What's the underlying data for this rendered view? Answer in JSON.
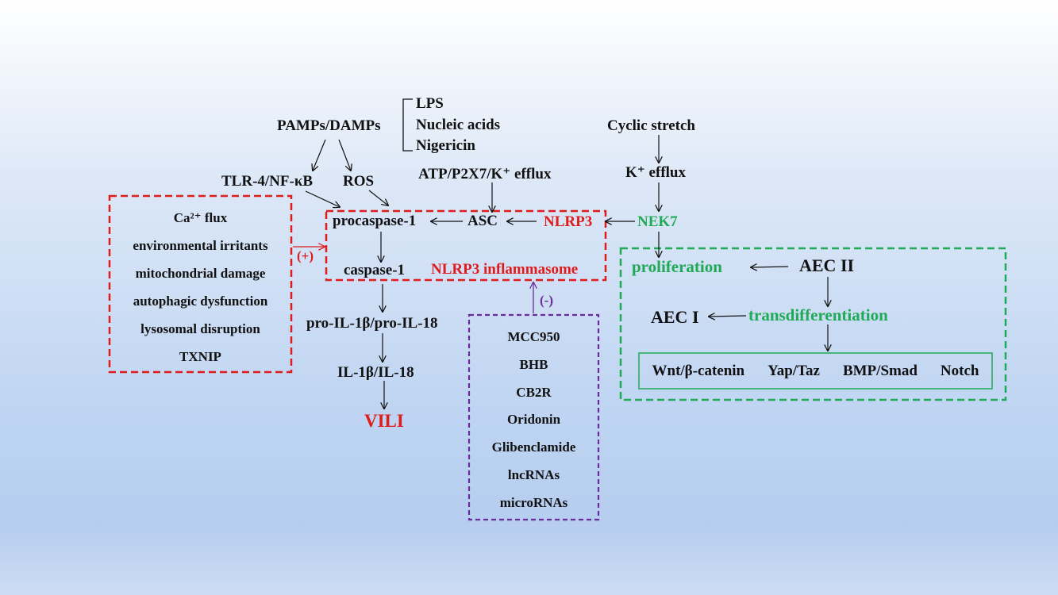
{
  "stimuli": {
    "pamps": "PAMPs/DAMPs",
    "lps": "LPS",
    "nucleic_acids": "Nucleic acids",
    "nigericin": "Nigericin",
    "cyclic_stretch": "Cyclic stretch",
    "tlr4": "TLR-4/NF-κB",
    "ros": "ROS",
    "atp": "ATP/P2X7/K⁺ efflux",
    "k_efflux": "K⁺ efflux"
  },
  "inflammasome": {
    "procaspase": "procaspase-1",
    "asc": "ASC",
    "nlrp3": "NLRP3",
    "nek7": "NEK7",
    "caspase": "caspase-1",
    "label": "NLRP3 inflammasome"
  },
  "downstream": {
    "pro_il": "pro-IL-1β/pro-IL-18",
    "il": "IL-1β/IL-18",
    "vili": "VILI"
  },
  "activators": {
    "items": [
      "Ca²⁺ flux",
      "environmental irritants",
      "mitochondrial damage",
      "autophagic dysfunction",
      "lysosomal disruption",
      "TXNIP"
    ],
    "sign": "(+)"
  },
  "inhibitors": {
    "items": [
      "MCC950",
      "BHB",
      "CB2R",
      "Oridonin",
      "Glibenclamide",
      "lncRNAs",
      "microRNAs"
    ],
    "sign": "(-)"
  },
  "epithelium": {
    "proliferation": "proliferation",
    "aec2": "AEC II",
    "aec1": "AEC I",
    "transdifferentiation": "transdifferentiation",
    "pathways": [
      "Wnt/β-catenin",
      "Yap/Taz",
      "BMP/Smad",
      "Notch"
    ]
  },
  "colors": {
    "red": "#e01b1b",
    "green": "#1faa55",
    "purple": "#6a2c9a",
    "black": "#111111"
  }
}
